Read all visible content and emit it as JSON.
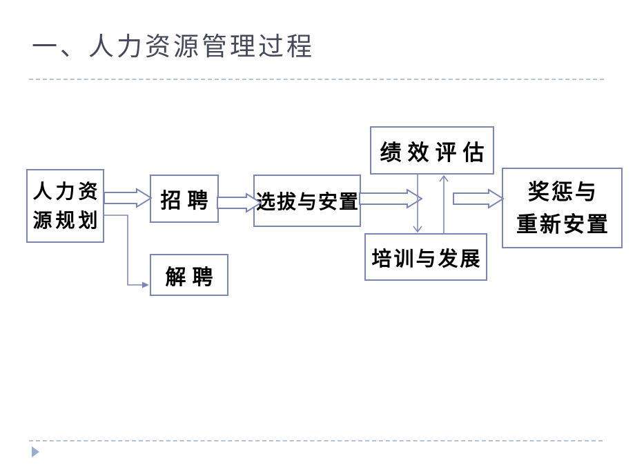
{
  "slide": {
    "title": "一、人力资源管理过程",
    "colors": {
      "background": "#ffffff",
      "box_border": "#7a85b5",
      "connector_line": "#8089b8",
      "title_text": "#46495a",
      "divider_dash": "#b4c2d9",
      "footer_triangle": "#97aecf",
      "node_text": "#000000"
    },
    "footer": {
      "bullet_icon": "right-triangle-icon"
    },
    "diagram": {
      "nodes": [
        {
          "id": "hr-planning",
          "label": "人力资源规划",
          "line1": "人力资",
          "line2": "源规划"
        },
        {
          "id": "recruitment",
          "label": "招聘"
        },
        {
          "id": "dismissal",
          "label": "解聘"
        },
        {
          "id": "selection-placement",
          "label": "选拔与安置"
        },
        {
          "id": "performance-evaluation",
          "label": "绩效评估"
        },
        {
          "id": "training-development",
          "label": "培训与发展"
        },
        {
          "id": "reward-replacement",
          "label": "奖惩与重新安置",
          "line1": "奖惩与",
          "line2": "重新安置"
        }
      ],
      "edges": [
        {
          "from": "人力资源规划",
          "to": "招聘",
          "type": "block-arrow"
        },
        {
          "from": "招聘",
          "to": "选拔与安置",
          "type": "block-arrow"
        },
        {
          "from": "选拔与安置",
          "to": "绩效评估/培训与发展",
          "type": "block-arrow"
        },
        {
          "from": "绩效评估/培训与发展",
          "to": "奖惩与重新安置",
          "type": "block-arrow"
        },
        {
          "from": "人力资源规划",
          "to": "解聘",
          "type": "elbow-line-arrow"
        },
        {
          "from": "绩效评估",
          "to": "培训与发展",
          "type": "line-arrow-down"
        },
        {
          "from": "培训与发展",
          "to": "绩效评估",
          "type": "line-arrow-up"
        }
      ]
    }
  }
}
